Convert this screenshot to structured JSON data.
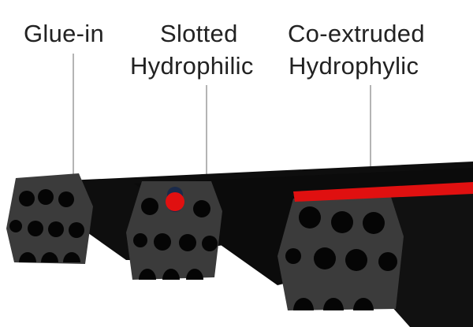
{
  "labels": {
    "glue_in": "Glue-in",
    "slotted_line1": "Slotted",
    "slotted_line2": "Hydrophilic",
    "coextruded_line1": "Co-extruded",
    "coextruded_line2": "Hydrophylic"
  },
  "colors": {
    "background": "#ffffff",
    "profile_body": "#0e0e0e",
    "profile_face": "#3b3b3b",
    "hole": "#050505",
    "hydrophilic_strip": "#e01010",
    "leader_line": "#b4b4b4",
    "label_text": "#222222"
  }
}
